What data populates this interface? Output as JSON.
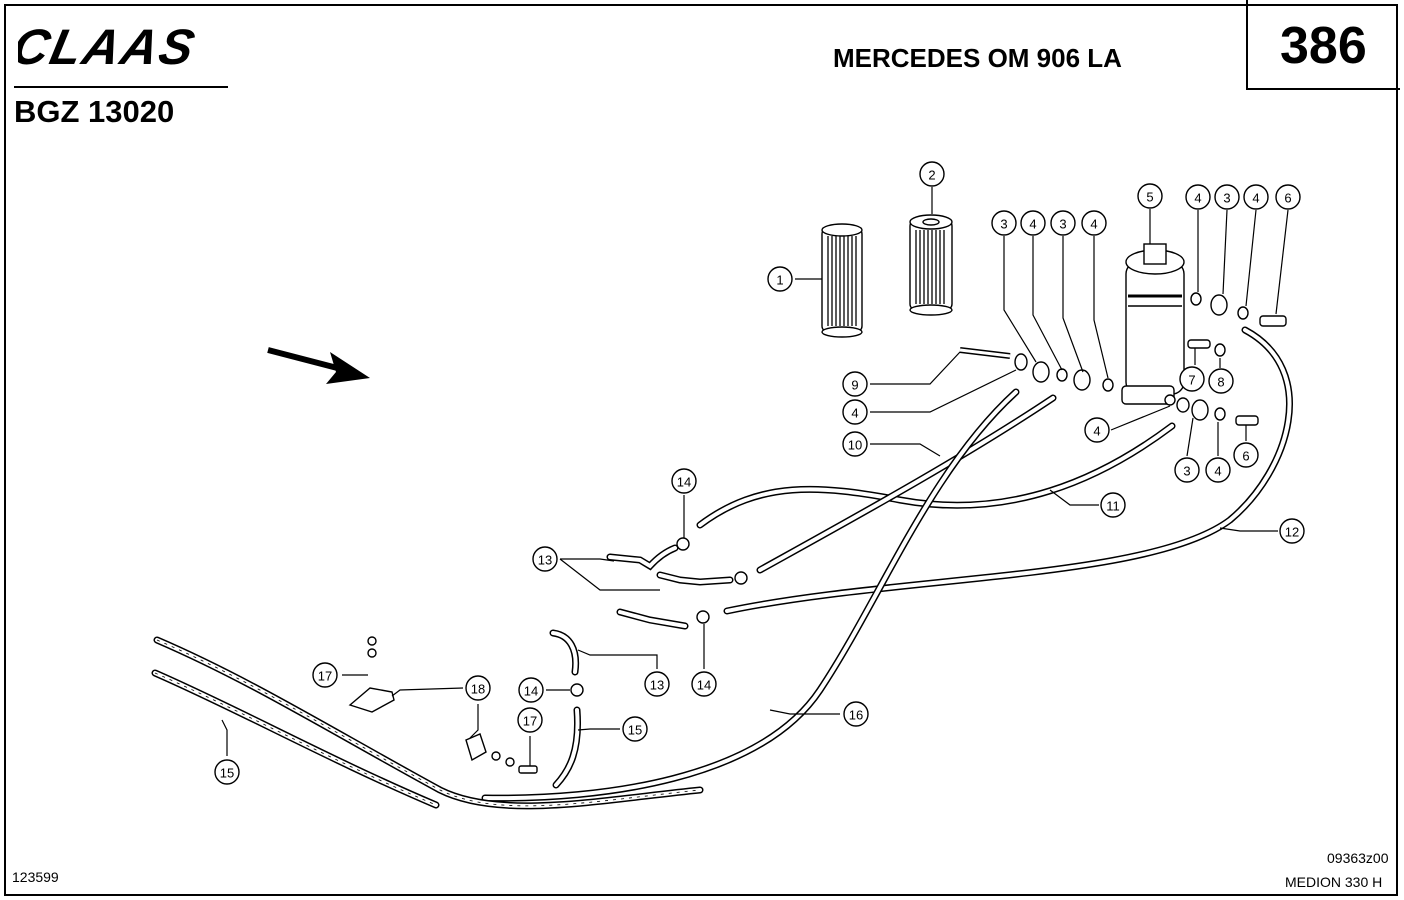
{
  "header": {
    "brand": "CLAAS",
    "document_code": "BGZ 13020",
    "engine_model": "MERCEDES OM 906 LA",
    "page_number": "386"
  },
  "footer": {
    "left_code": "123599",
    "drawing_number": "09363z00",
    "machine_model": "MEDION 330 H"
  },
  "callouts": [
    {
      "name": "callout-1",
      "label": "1"
    },
    {
      "name": "callout-2",
      "label": "2"
    },
    {
      "name": "callout-3a",
      "label": "3"
    },
    {
      "name": "callout-4a",
      "label": "4"
    },
    {
      "name": "callout-3b",
      "label": "3"
    },
    {
      "name": "callout-4b",
      "label": "4"
    },
    {
      "name": "callout-5",
      "label": "5"
    },
    {
      "name": "callout-4c",
      "label": "4"
    },
    {
      "name": "callout-3c",
      "label": "3"
    },
    {
      "name": "callout-4d",
      "label": "4"
    },
    {
      "name": "callout-6a",
      "label": "6"
    },
    {
      "name": "callout-7",
      "label": "7"
    },
    {
      "name": "callout-8",
      "label": "8"
    },
    {
      "name": "callout-9",
      "label": "9"
    },
    {
      "name": "callout-4e",
      "label": "4"
    },
    {
      "name": "callout-10",
      "label": "10"
    },
    {
      "name": "callout-4f",
      "label": "4"
    },
    {
      "name": "callout-3d",
      "label": "3"
    },
    {
      "name": "callout-4g",
      "label": "4"
    },
    {
      "name": "callout-6b",
      "label": "6"
    },
    {
      "name": "callout-11",
      "label": "11"
    },
    {
      "name": "callout-12",
      "label": "12"
    },
    {
      "name": "callout-14a",
      "label": "14"
    },
    {
      "name": "callout-13a",
      "label": "13"
    },
    {
      "name": "callout-13b",
      "label": "13"
    },
    {
      "name": "callout-14b",
      "label": "14"
    },
    {
      "name": "callout-17a",
      "label": "17"
    },
    {
      "name": "callout-18",
      "label": "18"
    },
    {
      "name": "callout-14c",
      "label": "14"
    },
    {
      "name": "callout-17b",
      "label": "17"
    },
    {
      "name": "callout-15a",
      "label": "15"
    },
    {
      "name": "callout-16",
      "label": "16"
    },
    {
      "name": "callout-15b",
      "label": "15"
    }
  ]
}
